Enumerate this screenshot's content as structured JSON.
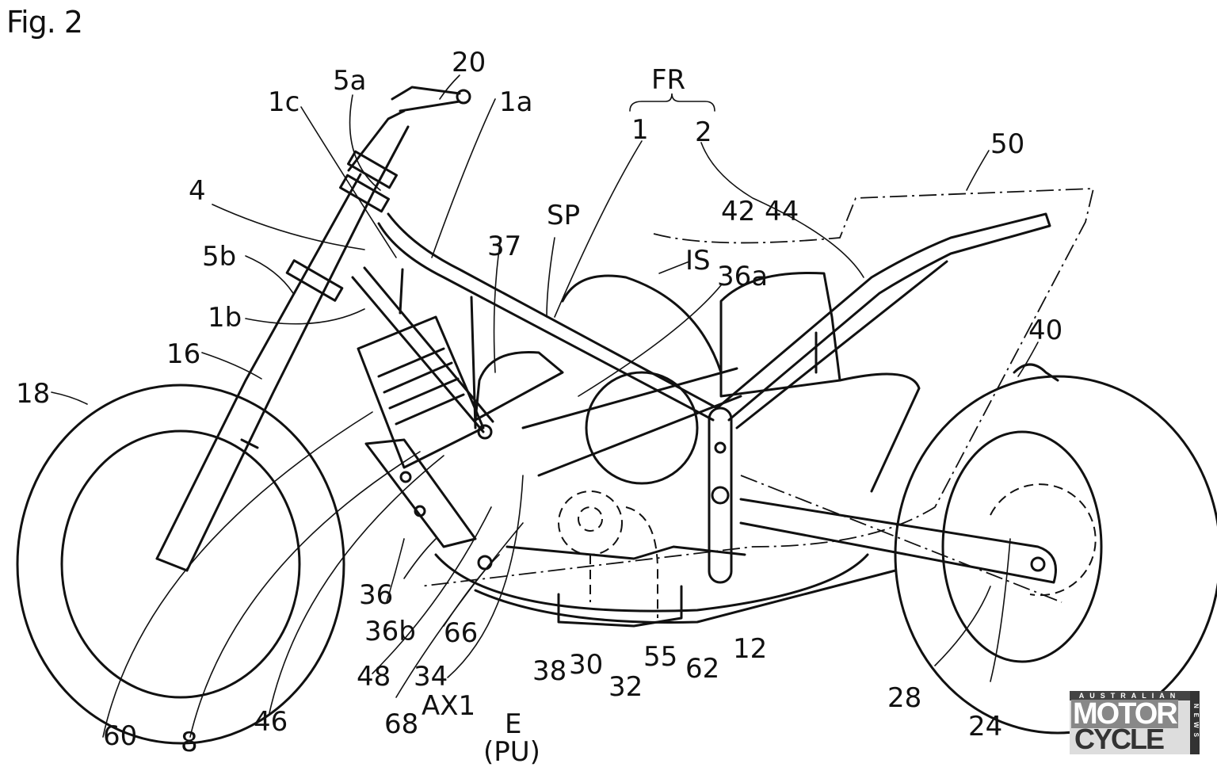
{
  "figure": {
    "title": "Fig. 2",
    "subject": "motorcycle side view patent drawing"
  },
  "labels": {
    "l20": "20",
    "l5a": "5a",
    "l1c": "1c",
    "l1a": "1a",
    "lFR": "FR",
    "l1": "1",
    "l2": "2",
    "l50": "50",
    "l4": "4",
    "lSP": "SP",
    "l42": "42",
    "l44": "44",
    "l37": "37",
    "lIS": "IS",
    "l36a": "36a",
    "l5b": "5b",
    "l1b": "1b",
    "l16": "16",
    "l40": "40",
    "l18": "18",
    "l36": "36",
    "l36b": "36b",
    "l66": "66",
    "l48": "48",
    "l34": "34",
    "l38": "38",
    "l30": "30",
    "l55": "55",
    "l62": "62",
    "l12": "12",
    "l32": "32",
    "l28": "28",
    "l60": "60",
    "l8": "8",
    "l46": "46",
    "l68": "68",
    "lAX1": "AX1",
    "lE": "E",
    "lPU": "(PU)",
    "l24": "24"
  },
  "watermark": {
    "top": "AUSTRALIAN",
    "line1": "MOTOR",
    "line2": "CYCLE",
    "side": "NEWS"
  }
}
